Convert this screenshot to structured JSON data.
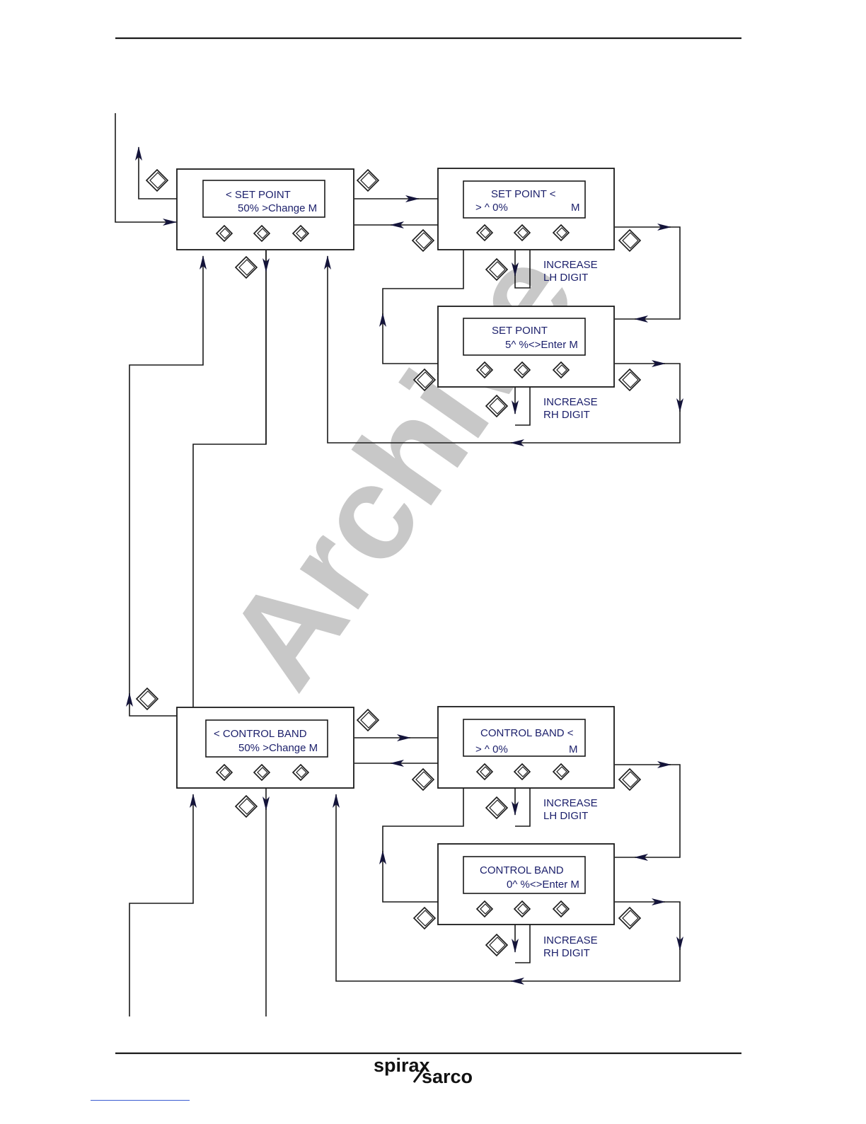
{
  "watermark": "Archive",
  "colors": {
    "lcd_text": "#1b1f6b",
    "line": "#1a1a1a",
    "watermark": "#c8c8c8"
  },
  "icons": [
    "diamond-button-icon",
    "arrowhead-icon"
  ],
  "set_point": {
    "main": {
      "line1": "<   SET POINT",
      "line2": "50% >Change  M"
    },
    "edit_lh": {
      "line1": "SET POINT  <",
      "line2_a": ">   ^ 0%",
      "line2_b": "M"
    },
    "edit_rh": {
      "line1": "SET POINT",
      "line2": "5^ %<>Enter  M"
    },
    "note_lh": [
      "INCREASE",
      "LH DIGIT"
    ],
    "note_rh": [
      "INCREASE",
      "RH DIGIT"
    ]
  },
  "control_band": {
    "main": {
      "line1": "< CONTROL BAND",
      "line2": "50% >Change   M"
    },
    "edit_lh": {
      "line1": "CONTROL BAND  <",
      "line2_a": ">  ^ 0%",
      "line2_b": "M"
    },
    "edit_rh": {
      "line1": "CONTROL BAND",
      "line2": "0^ %<>Enter  M"
    },
    "note_lh": [
      "INCREASE",
      "LH DIGIT"
    ],
    "note_rh": [
      "INCREASE",
      "RH DIGIT"
    ]
  },
  "footer": {
    "logo_top": "spirax",
    "logo_bottom": "sarco"
  }
}
